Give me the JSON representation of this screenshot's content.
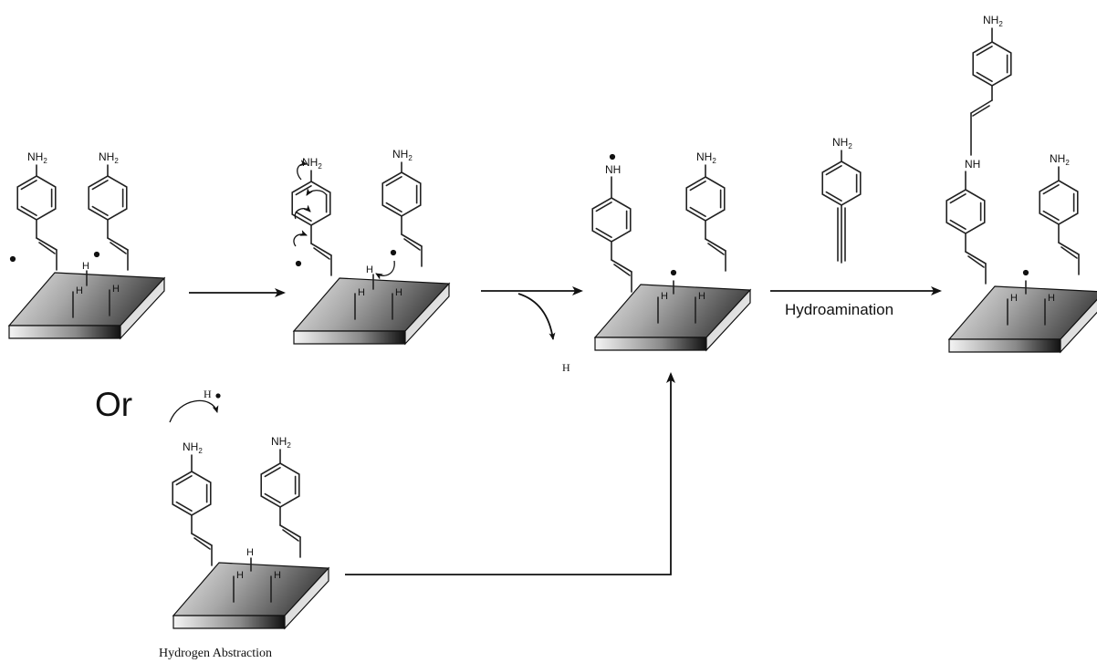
{
  "labels": {
    "nh2": "NH",
    "nh2_sub": "2",
    "nh": "NH",
    "h": "H",
    "or": "Or",
    "h_radical": "H",
    "h_leaving": "H",
    "hydroamination": "Hydroamination",
    "hydrogen_abstraction": "Hydrogen Abstraction"
  },
  "colors": {
    "ink": "#111111",
    "slab_top_light": "#e4e4e4",
    "slab_top_dark": "#4a4a4a",
    "slab_front_light": "#f2f2f2",
    "slab_front_dark": "#161616"
  }
}
